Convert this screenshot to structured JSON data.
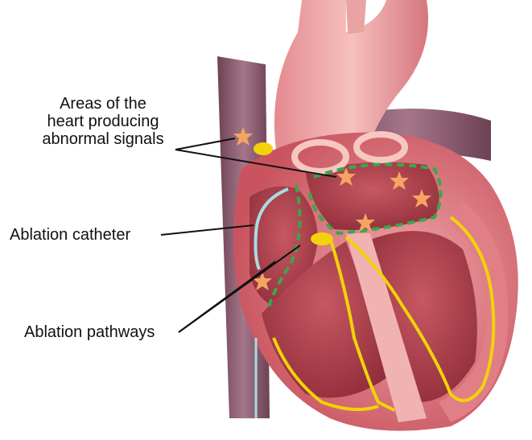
{
  "labels": {
    "abnormal_signals": [
      "Areas of the",
      "heart producing",
      "abnormal signals"
    ],
    "ablation_catheter": "Ablation catheter",
    "ablation_pathways": "Ablation pathways"
  },
  "colors": {
    "background": "#ffffff",
    "heart_tissue": "#d9707a",
    "heart_highlight": "#f3b3b3",
    "chamber_inner": "#b3454f",
    "vein_purple": "#8c5a6f",
    "conduction_yellow": "#f2d20a",
    "ablation_pathway_green": "#39a84a",
    "catheter_blue": "#a9dbe2",
    "star_orange": "#f4a463",
    "leader_line": "#111111"
  },
  "icons": {
    "abnormal_signal_marker": "orange-star-icon",
    "node_marker": "yellow-node-icon"
  }
}
